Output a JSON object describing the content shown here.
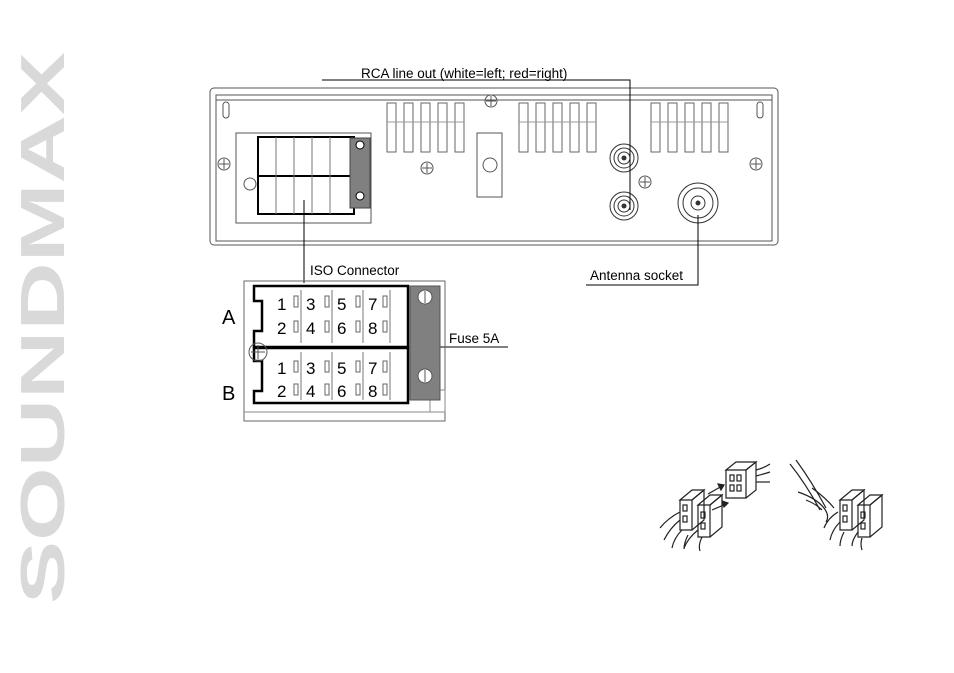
{
  "brand": {
    "text": "SOUNDMAX",
    "color": "#d9d9d9"
  },
  "labels": {
    "rca": "RCA line out (white=left; red=right)",
    "iso": "ISO Connector",
    "antenna": "Antenna socket",
    "fuse": "Fuse 5A",
    "row_a": "A",
    "row_b": "B"
  },
  "pins": {
    "a_top": [
      "1",
      "3",
      "5",
      "7"
    ],
    "a_bottom": [
      "2",
      "4",
      "6",
      "8"
    ],
    "b_top": [
      "1",
      "3",
      "5",
      "7"
    ],
    "b_bottom": [
      "2",
      "4",
      "6",
      "8"
    ]
  },
  "colors": {
    "line": "#000000",
    "panel": "#555555",
    "fuse_fill": "#808080"
  }
}
